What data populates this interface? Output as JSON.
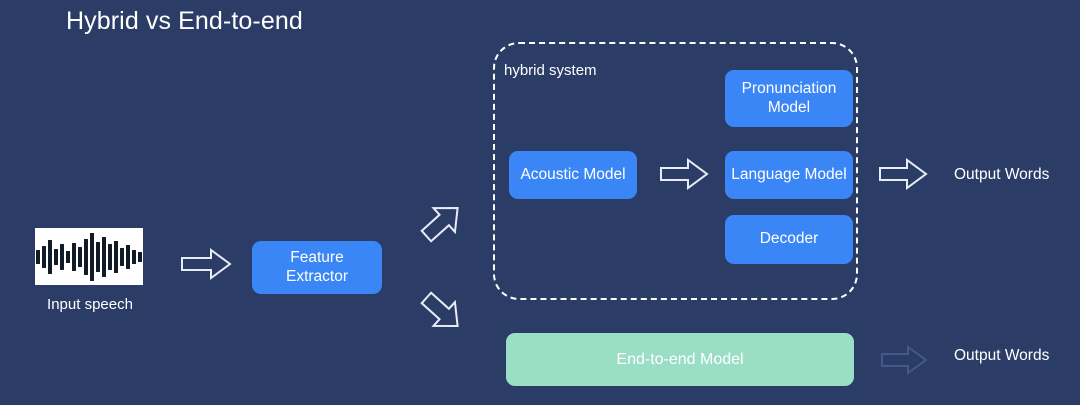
{
  "theme": {
    "background": "#2b3d66",
    "node_blue": "#3b86f6",
    "node_green": "#9adec6",
    "text": "#ffffff",
    "arrow_bright": "#e8ecf5",
    "arrow_dim": "#46578a",
    "dashed_border": "#ffffff",
    "waveform_card": "#ffffff",
    "waveform_bar": "#111a27"
  },
  "slide": {
    "title": "Hybrid vs End-to-end"
  },
  "input": {
    "icon": "speech-waveform-icon",
    "label": "Input speech",
    "waveform_bars": [
      14,
      22,
      34,
      16,
      26,
      12,
      28,
      20,
      36,
      48,
      30,
      40,
      26,
      32,
      18,
      24,
      14,
      10
    ]
  },
  "pipeline": {
    "feature_extractor": {
      "label_line1": "Feature",
      "label_line2": "Extractor"
    },
    "split_arrow_up": "arrow-up-right-icon",
    "split_arrow_down": "arrow-down-right-icon"
  },
  "hybrid_system": {
    "label": "hybrid system",
    "nodes": [
      {
        "id": "acoustic-model",
        "label": "Acoustic Model"
      },
      {
        "id": "pronunciation-model",
        "label_line1": "Pronunciation",
        "label_line2": "Model"
      },
      {
        "id": "language-model",
        "label": "Language Model"
      },
      {
        "id": "decoder",
        "label": "Decoder"
      }
    ],
    "internal_arrow": "arrow-right-icon",
    "output_arrow": "arrow-right-icon",
    "output_label": "Output Words"
  },
  "end_to_end": {
    "model_label": "End-to-end Model",
    "output_arrow": "arrow-right-icon",
    "output_label": "Output Words"
  }
}
